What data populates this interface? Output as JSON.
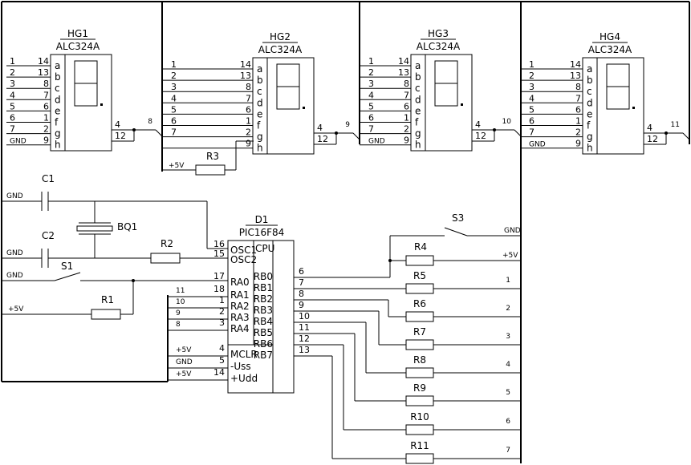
{
  "displays": [
    {
      "ref": "HG1",
      "part": "ALC324A",
      "out_net": "8",
      "left": [
        "1",
        "2",
        "3",
        "4",
        "5",
        "6",
        "7",
        "GND"
      ],
      "pins": [
        "14",
        "13",
        "8",
        "7",
        "6",
        "1",
        "2",
        "9"
      ],
      "segs": [
        "a",
        "b",
        "c",
        "d",
        "e",
        "f",
        "g",
        "h"
      ],
      "common_pins": [
        "4",
        "12"
      ]
    },
    {
      "ref": "HG2",
      "part": "ALC324A",
      "out_net": "9",
      "left": [
        "1",
        "2",
        "3",
        "4",
        "5",
        "6",
        "7",
        ""
      ],
      "pins": [
        "14",
        "13",
        "8",
        "7",
        "6",
        "1",
        "2",
        "9"
      ],
      "segs": [
        "a",
        "b",
        "c",
        "d",
        "e",
        "f",
        "g",
        "h"
      ],
      "common_pins": [
        "4",
        "12"
      ]
    },
    {
      "ref": "HG3",
      "part": "ALC324A",
      "out_net": "10",
      "left": [
        "1",
        "2",
        "3",
        "4",
        "5",
        "6",
        "7",
        "GND"
      ],
      "pins": [
        "14",
        "13",
        "8",
        "7",
        "6",
        "1",
        "2",
        "9"
      ],
      "segs": [
        "a",
        "b",
        "c",
        "d",
        "e",
        "f",
        "g",
        "h"
      ],
      "common_pins": [
        "4",
        "12"
      ]
    },
    {
      "ref": "HG4",
      "part": "ALC324A",
      "out_net": "11",
      "left": [
        "1",
        "2",
        "3",
        "4",
        "5",
        "6",
        "7",
        "GND"
      ],
      "pins": [
        "14",
        "13",
        "8",
        "7",
        "6",
        "1",
        "2",
        "9"
      ],
      "segs": [
        "a",
        "b",
        "c",
        "d",
        "e",
        "f",
        "g",
        "h"
      ],
      "common_pins": [
        "4",
        "12"
      ]
    }
  ],
  "r3": {
    "ref": "R3",
    "net": "+5V"
  },
  "mcu": {
    "ref": "D1",
    "part": "PIC16F84",
    "cpu": "CPU",
    "left_pins": [
      {
        "label": "OSC1",
        "pin": "16"
      },
      {
        "label": "OSC2",
        "pin": "15"
      },
      {
        "label": "RA0",
        "pin": "17"
      },
      {
        "label": "RA1",
        "pin": "18",
        "net": "11"
      },
      {
        "label": "RA2",
        "pin": "1",
        "net": "10"
      },
      {
        "label": "RA3",
        "pin": "2",
        "net": "9"
      },
      {
        "label": "RA4",
        "pin": "3",
        "net": "8"
      },
      {
        "label": "MCLR",
        "pin": "4",
        "net": "+5V"
      },
      {
        "label": "-Uss",
        "pin": "5",
        "net": "GND"
      },
      {
        "label": "+Udd",
        "pin": "14",
        "net": "+5V"
      }
    ],
    "right_pins": [
      {
        "label": "RB0",
        "pin": "6"
      },
      {
        "label": "RB1",
        "pin": "7"
      },
      {
        "label": "RB2",
        "pin": "8"
      },
      {
        "label": "RB3",
        "pin": "9"
      },
      {
        "label": "RB4",
        "pin": "10"
      },
      {
        "label": "RB5",
        "pin": "11"
      },
      {
        "label": "RB6",
        "pin": "12"
      },
      {
        "label": "RB7",
        "pin": "13"
      }
    ]
  },
  "c1": {
    "ref": "C1",
    "net": "GND"
  },
  "c2": {
    "ref": "C2",
    "net": "GND"
  },
  "bq1": {
    "ref": "BQ1"
  },
  "r2": {
    "ref": "R2"
  },
  "s1": {
    "ref": "S1",
    "net": "GND"
  },
  "r1": {
    "ref": "R1",
    "net": "+5V"
  },
  "s3": {
    "ref": "S3",
    "net": "GND"
  },
  "r4": {
    "ref": "R4",
    "net": "+5V"
  },
  "rb_resistors": [
    {
      "ref": "R5",
      "net": "1"
    },
    {
      "ref": "R6",
      "net": "2"
    },
    {
      "ref": "R7",
      "net": "3"
    },
    {
      "ref": "R8",
      "net": "4"
    },
    {
      "ref": "R9",
      "net": "5"
    },
    {
      "ref": "R10",
      "net": "6"
    },
    {
      "ref": "R11",
      "net": "7"
    }
  ]
}
